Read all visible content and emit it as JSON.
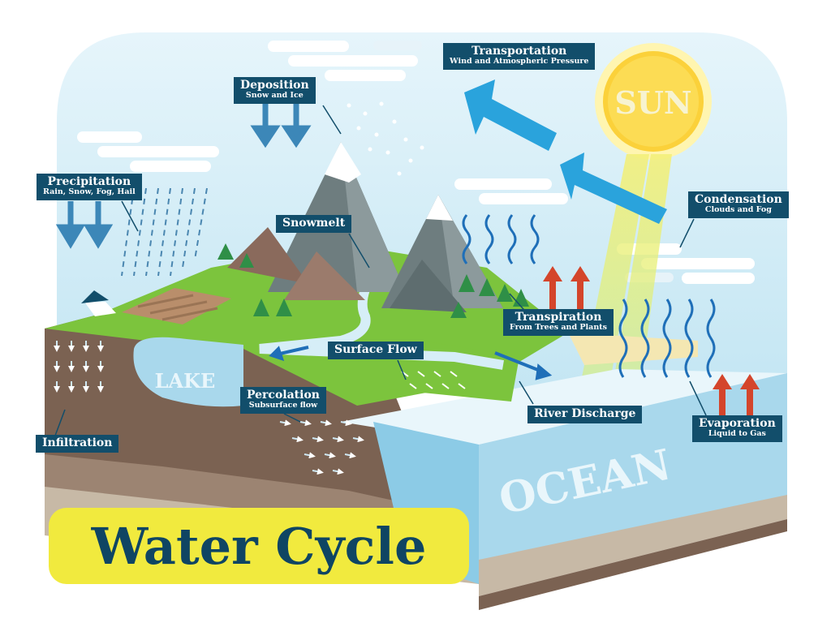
{
  "title": "Water Cycle",
  "sun": "SUN",
  "lake": "LAKE",
  "ocean": "OCEAN",
  "labels": {
    "transportation": {
      "title": "Transportation",
      "subtitle": "Wind and Atmospheric Pressure"
    },
    "deposition": {
      "title": "Deposition",
      "subtitle": "Snow and Ice"
    },
    "precipitation": {
      "title": "Precipitation",
      "subtitle": "Rain, Snow, Fog, Hail"
    },
    "snowmelt": {
      "title": "Snowmelt"
    },
    "condensation": {
      "title": "Condensation",
      "subtitle": "Clouds and Fog"
    },
    "transpiration": {
      "title": "Transpiration",
      "subtitle": "From Trees and Plants"
    },
    "surface_flow": {
      "title": "Surface Flow"
    },
    "percolation": {
      "title": "Percolation",
      "subtitle": "Subsurface flow"
    },
    "river_discharge": {
      "title": "River Discharge"
    },
    "evaporation": {
      "title": "Evaporation",
      "subtitle": "Liquid to Gas"
    },
    "infiltration": {
      "title": "Infiltration"
    }
  },
  "colors": {
    "sky": "#cfeaf4",
    "label_bg": "#124e6b",
    "sun": "#fbd13a",
    "ocean": "#a9d8ec",
    "grass": "#7cc43d",
    "soil": "#7b6252",
    "title_bg": "#f1ea3e",
    "title_text": "#0f4563",
    "heat_arrow": "#d4452b",
    "down_arrow": "#3c87b8",
    "wind_arrow": "#2aa3dc"
  }
}
